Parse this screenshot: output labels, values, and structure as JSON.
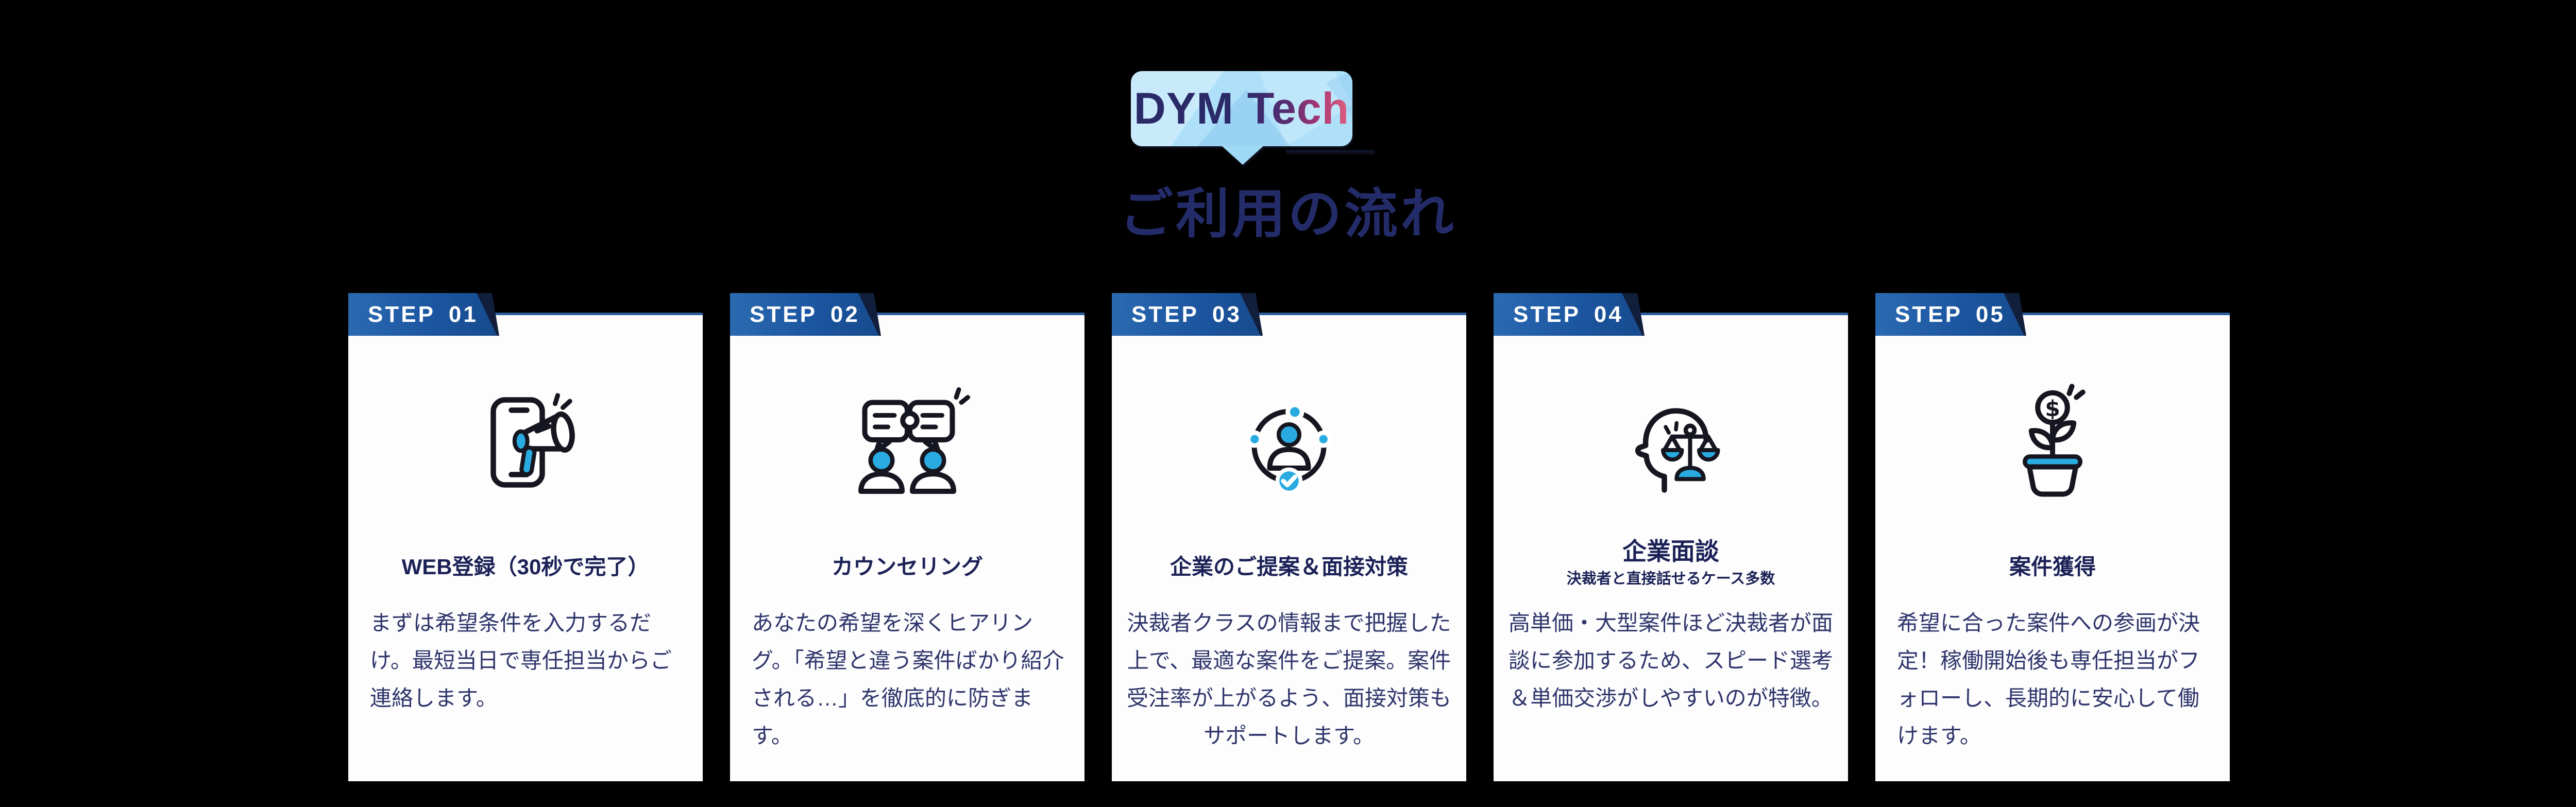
{
  "logo": {
    "dym": "DYM",
    "tech": "Tech"
  },
  "heading": "ご利用の流れ",
  "steps": [
    {
      "label": "STEP",
      "number": "01",
      "title": "WEB登録（30秒で完了）",
      "subtitle": "",
      "description": "まずは希望条件を入力するだけ。最短当日で専任担当からご連絡します。",
      "icon": "phone-megaphone-icon",
      "align": "left"
    },
    {
      "label": "STEP",
      "number": "02",
      "title": "カウンセリング",
      "subtitle": "",
      "description": "あなたの希望を深くヒアリング。「希望と違う案件ばかり紹介される…」を徹底的に防ぎます。",
      "icon": "counseling-icon",
      "align": "left"
    },
    {
      "label": "STEP",
      "number": "03",
      "title": "企業のご提案＆面接対策",
      "subtitle": "",
      "description": "決裁者クラスの情報まで把握した上で、最適な案件をご提案。案件受注率が上がるよう、面接対策もサポートします。",
      "icon": "candidate-network-icon",
      "align": "center"
    },
    {
      "label": "STEP",
      "number": "04",
      "title": "企業面談",
      "subtitle": "決裁者と直接話せるケース多数",
      "description": "高単価・大型案件ほど決裁者が面談に参加するため、スピード選考＆単価交渉がしやすいのが特徴。",
      "icon": "negotiation-scales-icon",
      "align": "center"
    },
    {
      "label": "STEP",
      "number": "05",
      "title": "案件獲得",
      "subtitle": "",
      "description": "希望に合った案件への参画が決定！稼働開始後も専任担当がフォローし、長期的に安心して働けます。",
      "icon": "money-plant-icon",
      "align": "left"
    }
  ],
  "colors": {
    "accent_blue": "#29abe2",
    "banner_blue": "#1e5aa0",
    "card_border_blue": "#2c5f9f",
    "heading_navy": "#232c68",
    "title_navy": "#1b2156",
    "body_text": "#2f356b",
    "bubble_blue": "#aee0f9",
    "tech_pink": "#d8447a",
    "background": "#000000"
  }
}
